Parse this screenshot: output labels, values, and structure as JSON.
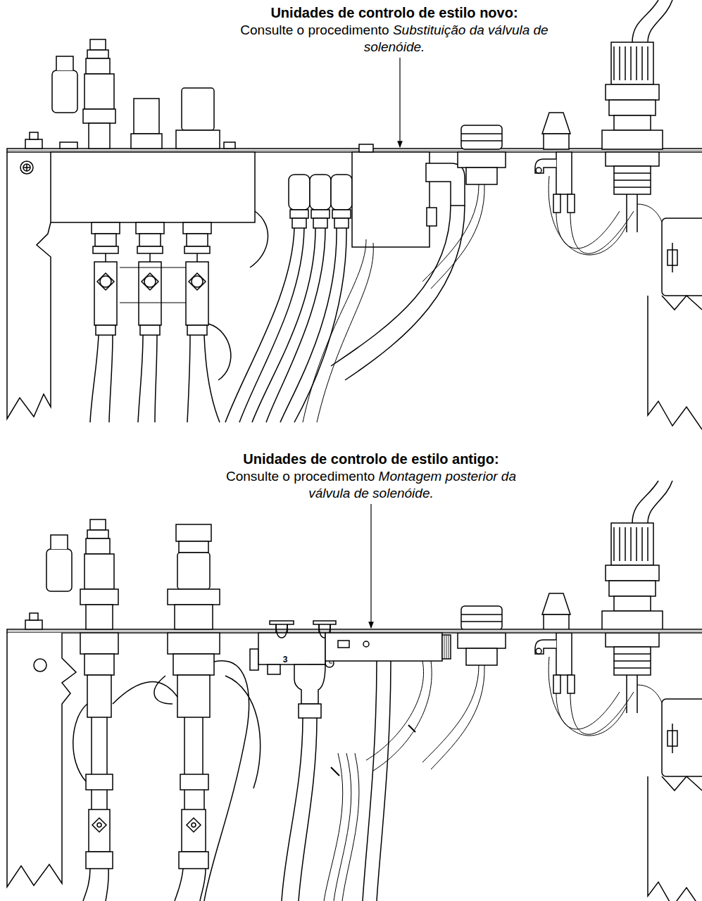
{
  "diagram": {
    "labels": [
      "Unidades de controlo de estilo novo:",
      "Consulte o procedimento",
      "Substituição da válvula de solenóide.",
      "Unidades de controlo de estilo antigo:",
      "Consulte o procedimento",
      "Montagem posterior da válvula de solenóide.",
      "3"
    ]
  }
}
